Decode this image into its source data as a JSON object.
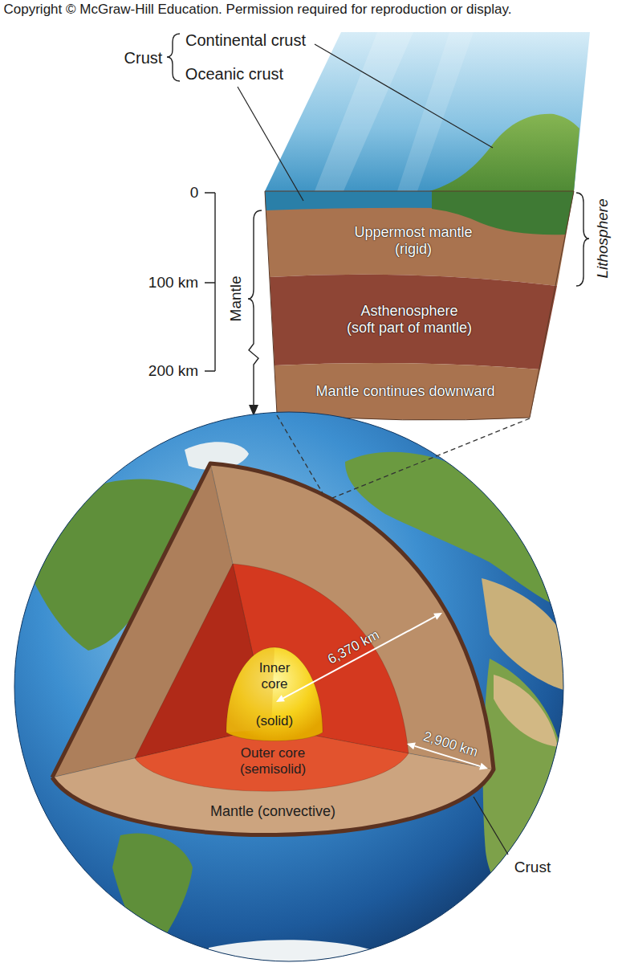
{
  "diagram": {
    "nodes": [
      {
        "text": [
          "Uppermost mantle (rigid)"
        ]
      },
      {
        "text": [
          "Asthenosphere (soft part of mantle)"
        ]
      },
      {
        "text": [
          "Mantle continues downward"
        ]
      },
      {
        "text": [
          "Mantle (convective)"
        ]
      },
      {
        "text": [
          "Outer core (semisolid)"
        ],
        "in": 3
      },
      {
        "text": [
          "Inner core",
          "(solid)"
        ],
        "in": 4
      }
    ],
    "labels": [
      "Copyright © McGraw-Hill Education. Permission required for reproduction or display.",
      "Crust",
      "Continental crust",
      "Oceanic crust",
      "0",
      "100 km",
      "200 km",
      "Mantle",
      "Lithosphere",
      "6,370 km",
      "2,900 km",
      "Crust"
    ]
  }
}
